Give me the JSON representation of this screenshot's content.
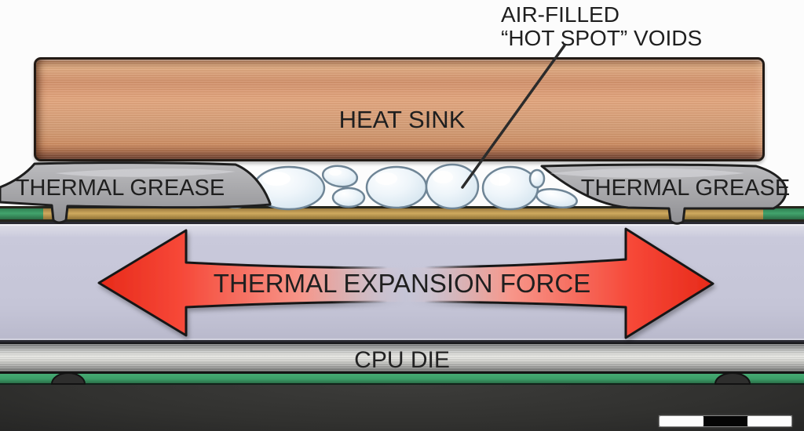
{
  "annotation": {
    "line1": "AIR-FILLED",
    "line2": "“HOT SPOT” VOIDS"
  },
  "layers": {
    "heat_sink": "HEAT SINK",
    "thermal_grease_left": "THERMAL GREASE",
    "thermal_grease_right": "THERMAL GREASE",
    "thermal_expansion_force": "THERMAL EXPANSION FORCE",
    "cpu_die": "CPU DIE"
  },
  "colors": {
    "background": "#fcfcfc",
    "heat_sink_copper": "#d89a6f",
    "thermal_grease_gray": "#a6a6a9",
    "void_bubble_blue": "#e6eff7",
    "interface_tan": "#c9a558",
    "pcb_green": "#3c9e68",
    "substrate_lavender": "#c7c7d9",
    "cpu_die_silver": "#d9d9d5",
    "base_charcoal": "#323231",
    "force_arrow_red": "#f23a2a",
    "text": "#1f1f1f"
  },
  "scale_bar": {
    "segments": [
      "white",
      "black",
      "white"
    ]
  }
}
